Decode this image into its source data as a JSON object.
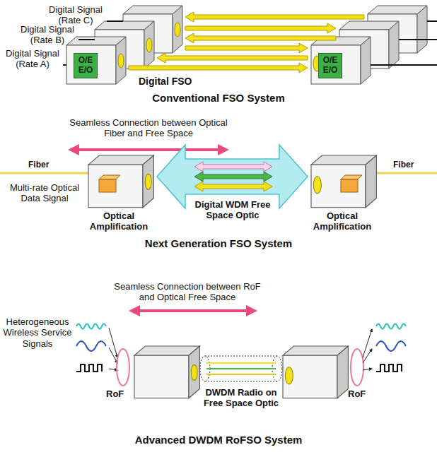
{
  "diagram": {
    "nodes": [
      {
        "text": [
          "O/E E/O"
        ]
      },
      {
        "text": [
          "O/E E/O"
        ]
      }
    ],
    "labels": [
      "Digital Signal (Rate C)",
      "Digital Signal (Rate B)",
      "Digital Signal (Rate A)",
      "Digital FSO",
      "Conventional FSO System",
      "Seamless Connection between Optical Fiber and Free Space",
      "Fiber",
      "Fiber",
      "Multi-rate Optical Data Signal",
      "Optical Amplification",
      "Digital WDM Free Space Optic",
      "Optical Amplification",
      "Next Generation FSO System",
      "Seamless Connection between RoF and Optical Free Space",
      "Heterogeneous Wireless Service Signals",
      "RoF",
      "DWDM Radio on Free Space Optic",
      "RoF",
      "Advanced DWDM RoFSO System"
    ]
  }
}
